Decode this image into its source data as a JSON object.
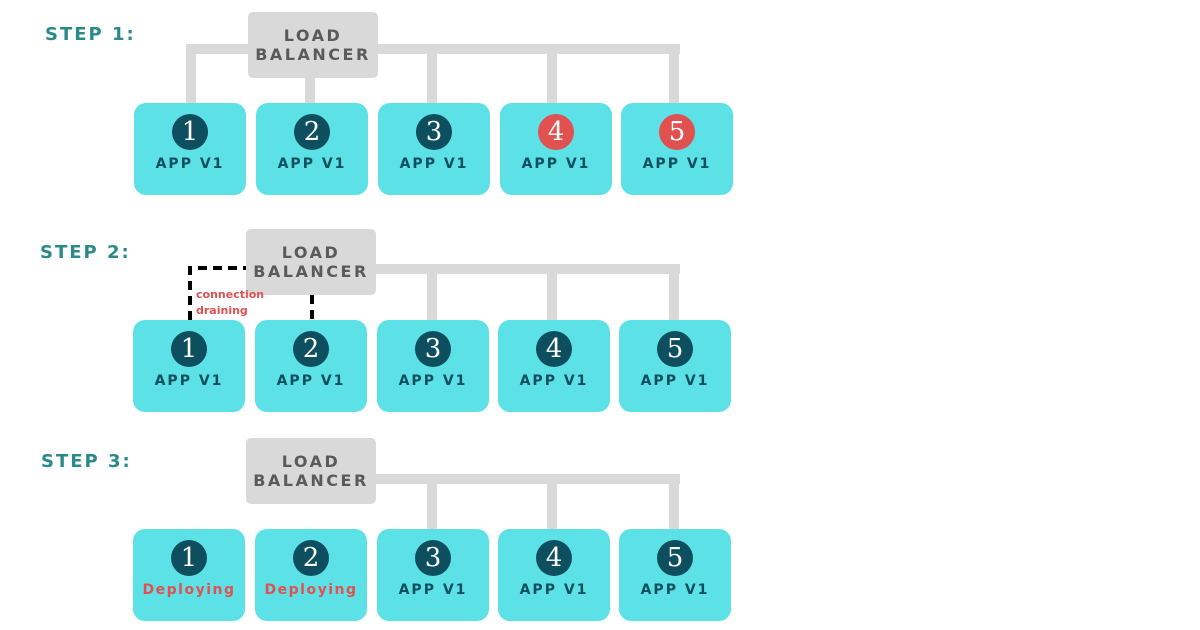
{
  "colors": {
    "step_label": "#2a8a8a",
    "load_balancer_bg": "#d9d9d9",
    "load_balancer_text": "#5a5a5a",
    "app_box_bg": "#5ce1e6",
    "number_badge": "#0d4f5f",
    "highlight_red": "#e0514f",
    "connector": "#d9d9d9",
    "draining_line": "#000000"
  },
  "steps": [
    {
      "label": "STEP 1:",
      "load_balancer": {
        "line1": "LOAD",
        "line2": "BALANCER"
      },
      "apps": [
        {
          "number": "1",
          "text": "APP V1",
          "highlight": false,
          "connected": true
        },
        {
          "number": "2",
          "text": "APP V1",
          "highlight": false,
          "connected": true
        },
        {
          "number": "3",
          "text": "APP V1",
          "highlight": false,
          "connected": true
        },
        {
          "number": "4",
          "text": "APP V1",
          "highlight": true,
          "connected": true
        },
        {
          "number": "5",
          "text": "APP V1",
          "highlight": true,
          "connected": true
        }
      ]
    },
    {
      "label": "STEP 2:",
      "load_balancer": {
        "line1": "LOAD",
        "line2": "BALANCER"
      },
      "draining_label_line1": "connection",
      "draining_label_line2": "draining",
      "apps": [
        {
          "number": "1",
          "text": "APP V1",
          "highlight": false,
          "connected": "draining"
        },
        {
          "number": "2",
          "text": "APP V1",
          "highlight": false,
          "connected": "draining"
        },
        {
          "number": "3",
          "text": "APP V1",
          "highlight": false,
          "connected": true
        },
        {
          "number": "4",
          "text": "APP V1",
          "highlight": false,
          "connected": true
        },
        {
          "number": "5",
          "text": "APP V1",
          "highlight": false,
          "connected": true
        }
      ]
    },
    {
      "label": "STEP 3:",
      "load_balancer": {
        "line1": "LOAD",
        "line2": "BALANCER"
      },
      "apps": [
        {
          "number": "1",
          "text": "Deploying",
          "highlight": false,
          "deploying": true,
          "connected": false
        },
        {
          "number": "2",
          "text": "Deploying",
          "highlight": false,
          "deploying": true,
          "connected": false
        },
        {
          "number": "3",
          "text": "APP V1",
          "highlight": false,
          "connected": true
        },
        {
          "number": "4",
          "text": "APP V1",
          "highlight": false,
          "connected": true
        },
        {
          "number": "5",
          "text": "APP V1",
          "highlight": false,
          "connected": true
        }
      ]
    }
  ]
}
